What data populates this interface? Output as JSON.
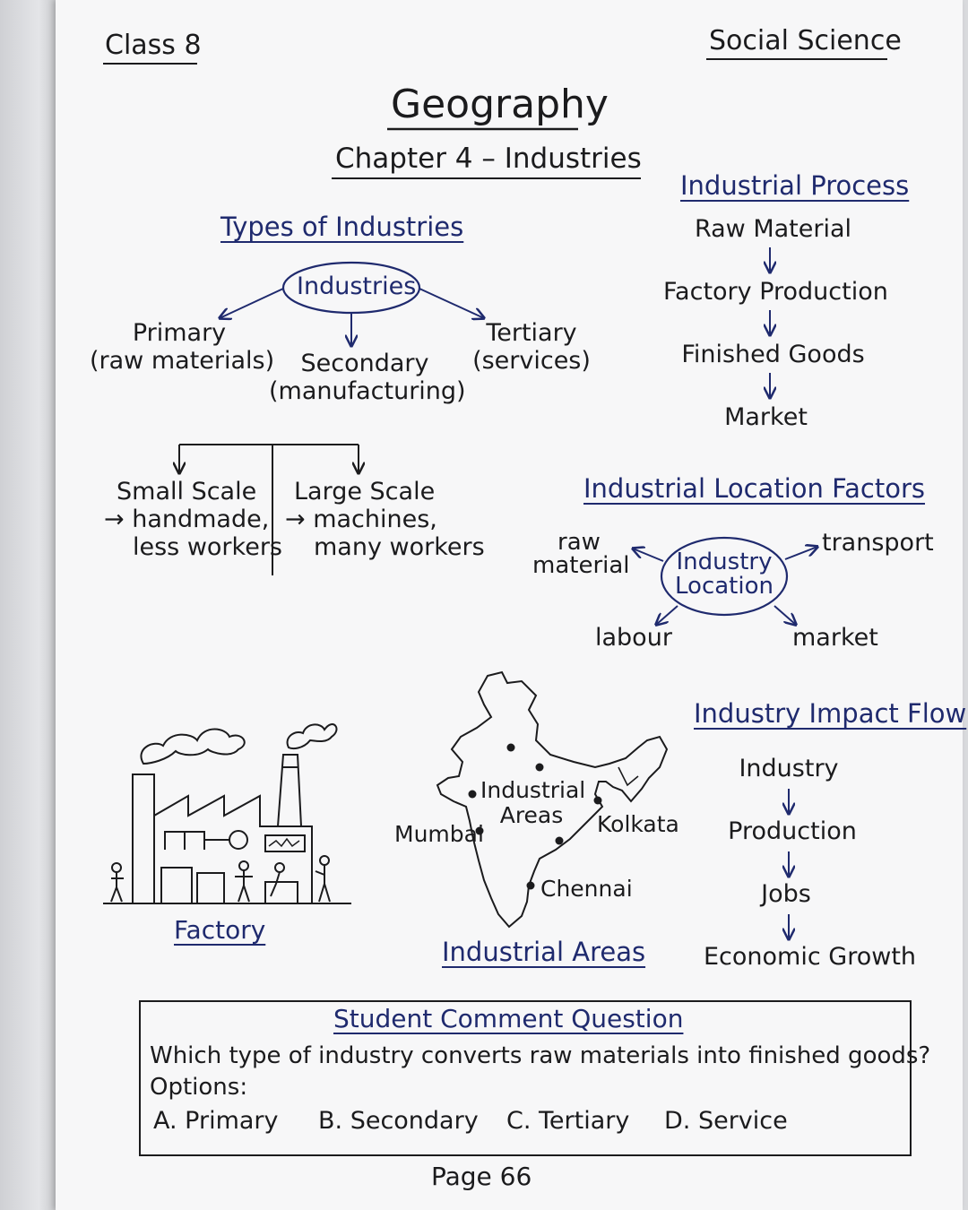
{
  "header": {
    "class_label": "Class 8",
    "subject": "Social Science"
  },
  "title": {
    "main": "Geography",
    "chapter": "Chapter 4 – Industries"
  },
  "types_of_industries": {
    "heading": "Types of Industries",
    "center": "Industries",
    "primary": [
      "Primary",
      "(raw materials)"
    ],
    "secondary": [
      "Secondary",
      "(manufacturing)"
    ],
    "tertiary": [
      "Tertiary",
      "(services)"
    ],
    "small_scale": [
      "Small Scale",
      "→ handmade,",
      "less workers"
    ],
    "large_scale": [
      "Large Scale",
      "→ machines,",
      "many workers"
    ]
  },
  "industrial_process": {
    "heading": "Industrial Process",
    "steps": [
      "Raw Material",
      "Factory Production",
      "Finished Goods",
      "Market"
    ]
  },
  "location_factors": {
    "heading": "Industrial Location Factors",
    "center": [
      "Industry",
      "Location"
    ],
    "raw_material": [
      "raw",
      "material"
    ],
    "transport": "transport",
    "labour": "labour",
    "market": "market"
  },
  "factory": {
    "caption": "Factory"
  },
  "map": {
    "caption": "Industrial Areas",
    "center_label": [
      "Industrial",
      "Areas"
    ],
    "cities": [
      "Mumbai",
      "Kolkata",
      "Chennai"
    ]
  },
  "impact_flow": {
    "heading": "Industry Impact Flow",
    "steps": [
      "Industry",
      "Production",
      "Jobs",
      "Economic Growth"
    ]
  },
  "question": {
    "heading": "Student Comment Question",
    "text": "Which type of industry converts raw materials into finished goods?",
    "options_label": "Options:",
    "options": [
      "A. Primary",
      "B. Secondary",
      "C. Tertiary",
      "D. Service"
    ]
  },
  "footer": {
    "page": "Page 66"
  },
  "colors": {
    "ink": "#1b1b1d",
    "blue_ink": "#1f2a6e",
    "paper": "#f7f7f8"
  }
}
